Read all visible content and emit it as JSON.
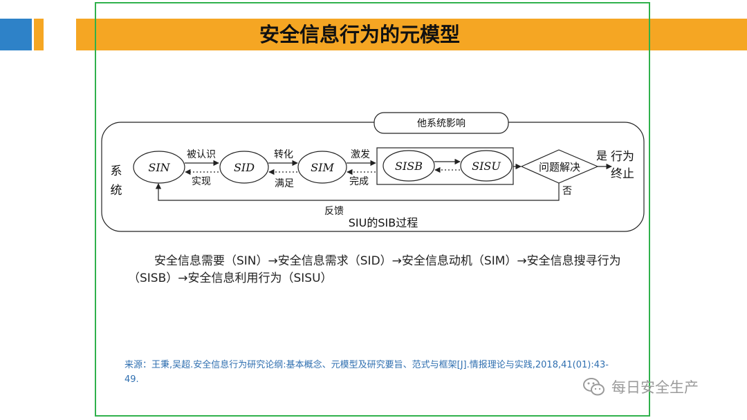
{
  "slide": {
    "title": "安全信息行为的元模型"
  },
  "diagram": {
    "top_box_label": "他系统影响",
    "left_label": [
      "系",
      "统"
    ],
    "nodes": {
      "sin": "SIN",
      "sid": "SID",
      "sim": "SIM",
      "sisb": "SISB",
      "sisu": "SISU",
      "decision": "问题解决"
    },
    "edges": {
      "sin_sid_top": "被认识",
      "sin_sid_bottom": "实现",
      "sid_sim_top": "转化",
      "sid_sim_bottom": "满足",
      "sim_sisb_top": "激发",
      "sim_sisb_bottom": "完成",
      "yes": "是",
      "outcome": [
        "行为",
        "终止"
      ],
      "no": "否",
      "feedback": "反馈"
    },
    "bottom_caption": "SIU的SIB过程"
  },
  "description": "安全信息需要（SIN）→安全信息需求（SID）→安全信息动机（SIM）→安全信息搜寻行为（SISB）→安全信息利用行为（SISU）",
  "source": "来源：王秉,吴超.安全信息行为研究论纲:基本概念、元模型及研究要旨、范式与框架[J].情报理论与实践,2018,41(01):43-49.",
  "watermark": "每日安全生产",
  "colors": {
    "header": "#f5a623",
    "accent_blue": "#2e82c8",
    "frame": "#2fb14b",
    "source_text": "#2f6fb0"
  }
}
